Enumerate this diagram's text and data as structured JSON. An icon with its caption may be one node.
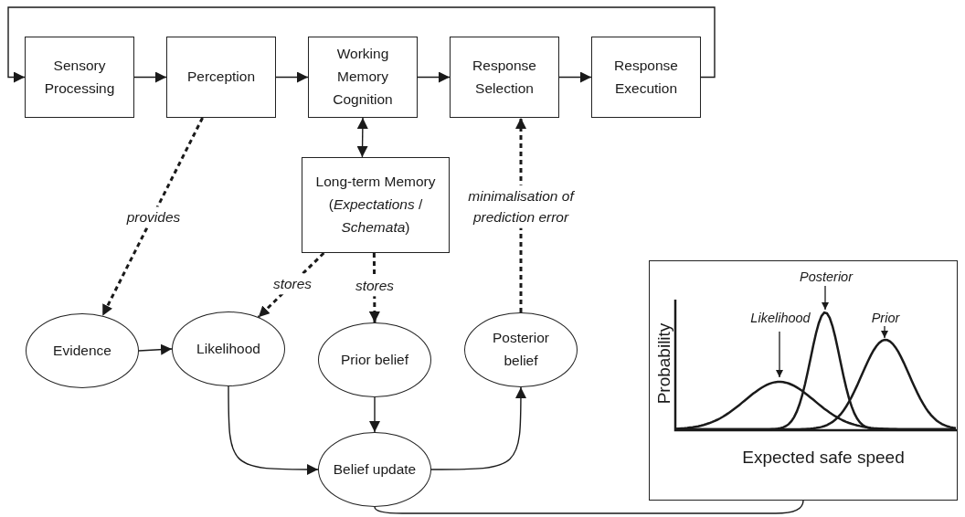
{
  "diagram": {
    "nodes": [
      {
        "text": [
          "Sensory Processing"
        ]
      },
      {
        "text": [
          "Perception"
        ]
      },
      {
        "text": [
          "Working Memory Cognition"
        ]
      },
      {
        "text": [
          "Response Selection"
        ]
      },
      {
        "text": [
          "Response Execution"
        ]
      },
      {
        "text": [
          "Long-term Memory (*Expectations* / *Schemata*)"
        ]
      },
      {
        "text": [
          "Evidence"
        ]
      },
      {
        "text": [
          "Likelihood"
        ]
      },
      {
        "text": [
          "Prior belief"
        ]
      },
      {
        "text": [
          "Posterior belief"
        ]
      },
      {
        "text": [
          "Belief update"
        ]
      },
      {
        "text": [
          "Posterior",
          "Likelihood",
          "Prior",
          "Probability",
          "Expected safe speed"
        ]
      }
    ],
    "edges": [
      {
        "from": 0,
        "to": 1,
        "arrow": "to"
      },
      {
        "from": 1,
        "to": 2,
        "arrow": "to"
      },
      {
        "from": 2,
        "to": 3,
        "arrow": "to"
      },
      {
        "from": 3,
        "to": 4,
        "arrow": "to"
      },
      {
        "from": 4,
        "to": 0,
        "arrow": "to"
      },
      {
        "from": 2,
        "to": 5,
        "arrow": "both"
      },
      {
        "from": 1,
        "to": 6,
        "arrow": "to",
        "label": "provides",
        "style": "dashed"
      },
      {
        "from": 5,
        "to": 7,
        "arrow": "to",
        "label": "stores",
        "style": "dashed"
      },
      {
        "from": 5,
        "to": 8,
        "arrow": "to",
        "label": "stores",
        "style": "dashed"
      },
      {
        "from": 9,
        "to": 3,
        "arrow": "to",
        "label": "minimalisation of prediction error",
        "style": "dashed"
      },
      {
        "from": 6,
        "to": 7,
        "arrow": "to"
      },
      {
        "from": 7,
        "to": 10,
        "arrow": "to"
      },
      {
        "from": 8,
        "to": 10,
        "arrow": "to"
      },
      {
        "from": 10,
        "to": 9,
        "arrow": "to"
      },
      {
        "from": 10,
        "to": 11,
        "arrow": "none"
      }
    ]
  }
}
